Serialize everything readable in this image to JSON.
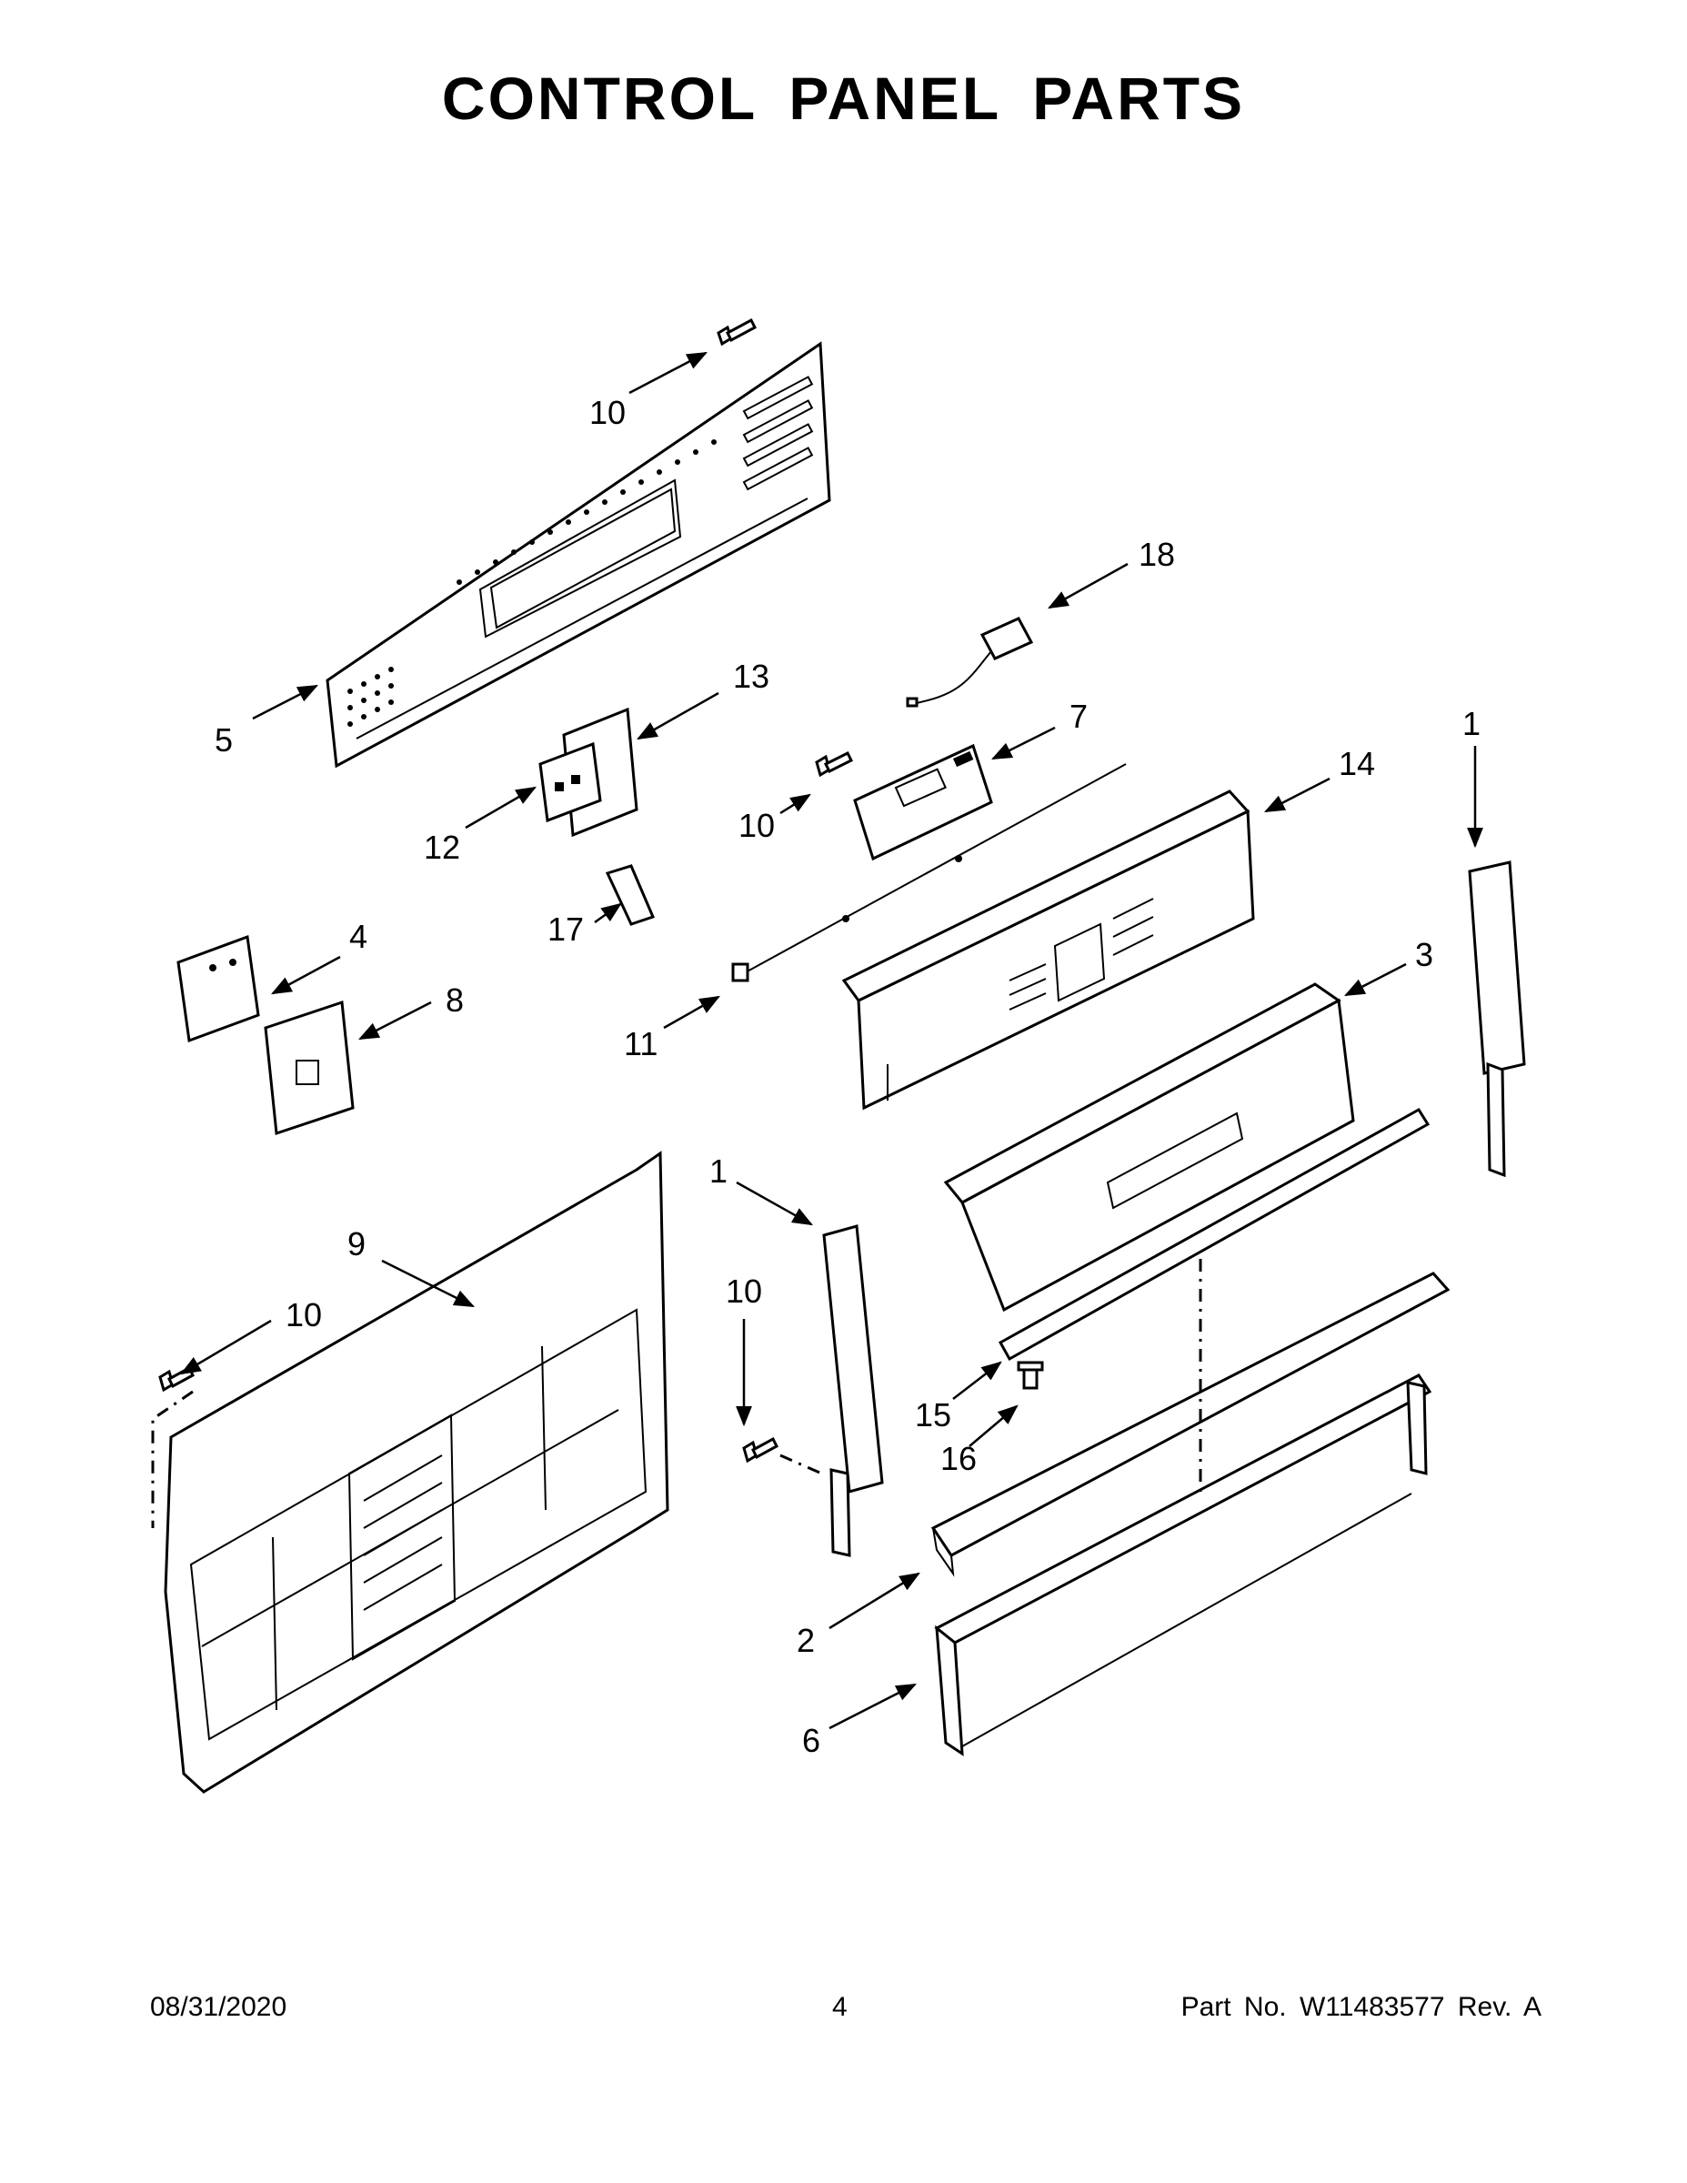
{
  "title": "CONTROL PANEL PARTS",
  "callouts": [
    "10",
    "5",
    "13",
    "12",
    "17",
    "18",
    "7",
    "10",
    "14",
    "1",
    "4",
    "8",
    "11",
    "3",
    "9",
    "10",
    "1",
    "10",
    "15",
    "16",
    "2",
    "6"
  ],
  "footer": {
    "date": "08/31/2020",
    "page": "4",
    "part": "Part No.  W11483577  Rev.  A"
  }
}
